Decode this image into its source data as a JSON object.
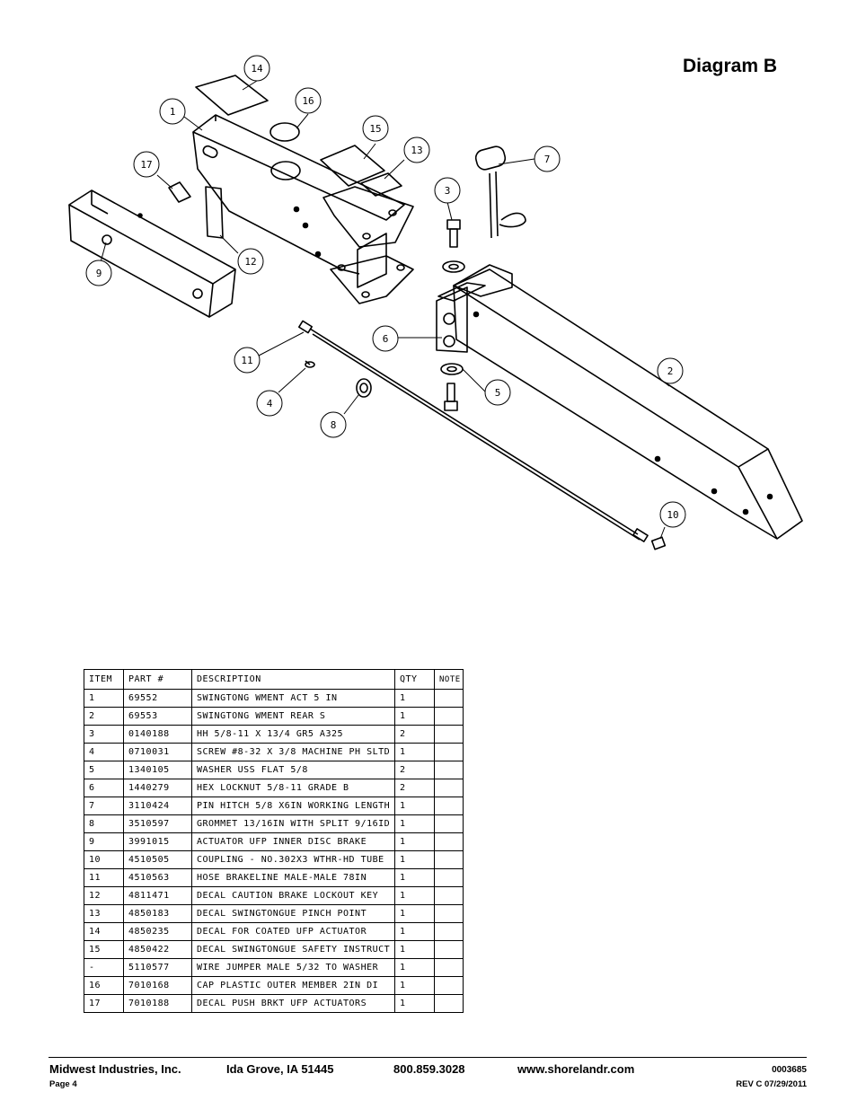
{
  "title": "Diagram B",
  "callouts": [
    "14",
    "16",
    "1",
    "15",
    "13",
    "17",
    "7",
    "3",
    "12",
    "9",
    "6",
    "2",
    "11",
    "5",
    "4",
    "8",
    "10"
  ],
  "table": {
    "headers": [
      "ITEM",
      "PART #",
      "DESCRIPTION",
      "QTY",
      "NOTE"
    ],
    "rows": [
      [
        "1",
        "69552",
        "SWINGTONG WMENT ACT 5 IN",
        "1",
        ""
      ],
      [
        "2",
        "69553",
        "SWINGTONG WMENT REAR S",
        "1",
        ""
      ],
      [
        "3",
        "0140188",
        "HH 5/8-11 X 13/4  GR5 A325",
        "2",
        ""
      ],
      [
        "4",
        "0710031",
        "SCREW #8-32 X 3/8 MACHINE PH SLTD",
        "1",
        ""
      ],
      [
        "5",
        "1340105",
        "WASHER USS FLAT 5/8",
        "2",
        ""
      ],
      [
        "6",
        "1440279",
        "HEX LOCKNUT 5/8-11 GRADE B",
        "2",
        ""
      ],
      [
        "7",
        "3110424",
        "PIN HITCH 5/8 X6IN WORKING LENGTH",
        "1",
        ""
      ],
      [
        "8",
        "3510597",
        "GROMMET 13/16IN  WITH SPLIT 9/16ID",
        "1",
        ""
      ],
      [
        "9",
        "3991015",
        "ACTUATOR UFP INNER  DISC BRAKE",
        "1",
        ""
      ],
      [
        "10",
        "4510505",
        "COUPLING - NO.302X3 WTHR-HD TUBE",
        "1",
        ""
      ],
      [
        "11",
        "4510563",
        "HOSE BRAKELINE MALE-MALE 78IN",
        "1",
        ""
      ],
      [
        "12",
        "4811471",
        "DECAL CAUTION BRAKE LOCKOUT KEY",
        "1",
        ""
      ],
      [
        "13",
        "4850183",
        "DECAL SWINGTONGUE PINCH POINT",
        "1",
        ""
      ],
      [
        "14",
        "4850235",
        "DECAL FOR COATED UFP ACTUATOR",
        "1",
        ""
      ],
      [
        "15",
        "4850422",
        "DECAL SWINGTONGUE SAFETY INSTRUCT",
        "1",
        ""
      ],
      [
        "-",
        "5110577",
        "WIRE JUMPER MALE 5/32 TO WASHER",
        "1",
        ""
      ],
      [
        "16",
        "7010168",
        "CAP  PLASTIC OUTER MEMBER 2IN DI",
        "1",
        ""
      ],
      [
        "17",
        "7010188",
        "DECAL PUSH BRKT UFP ACTUATORS",
        "1",
        ""
      ]
    ]
  },
  "footer": {
    "company": "Midwest Industries, Inc.",
    "city": "Ida Grove, IA  51445",
    "phone": "800.859.3028",
    "website": "www.shorelandr.com",
    "doc_number": "0003685",
    "page": "Page 4",
    "revision": "REV C   07/29/2011"
  }
}
